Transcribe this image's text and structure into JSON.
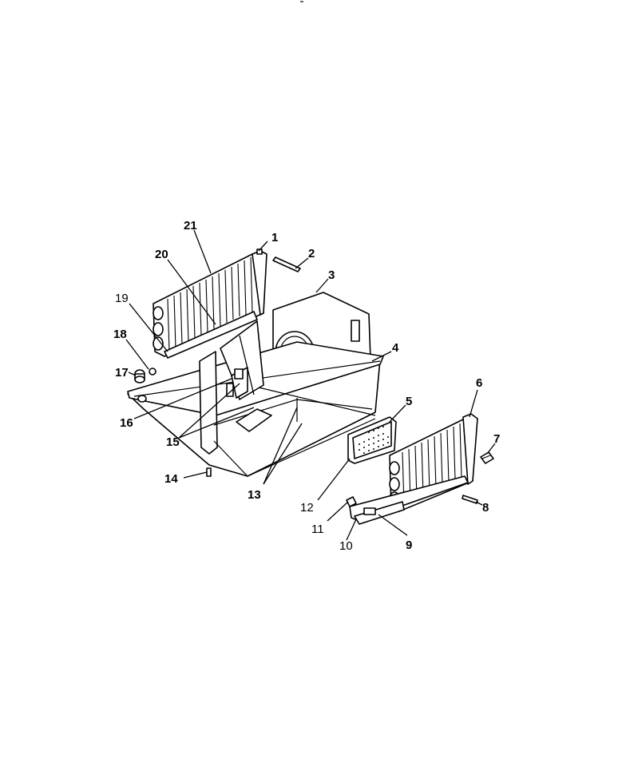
{
  "figure": {
    "background": "#ffffff",
    "line_color": "#000000"
  },
  "callouts": {
    "c1": "1",
    "c2": "2",
    "c3": "3",
    "c4": "4",
    "c5": "5",
    "c6": "6",
    "c7": "7",
    "c8": "8",
    "c9": "9",
    "c10": "10",
    "c11": "11",
    "c12": "12",
    "c13": "13",
    "c14": "14",
    "c15": "15",
    "c16": "16",
    "c17": "17",
    "c18": "18",
    "c19": "19",
    "c20": "20",
    "c21": "21"
  }
}
